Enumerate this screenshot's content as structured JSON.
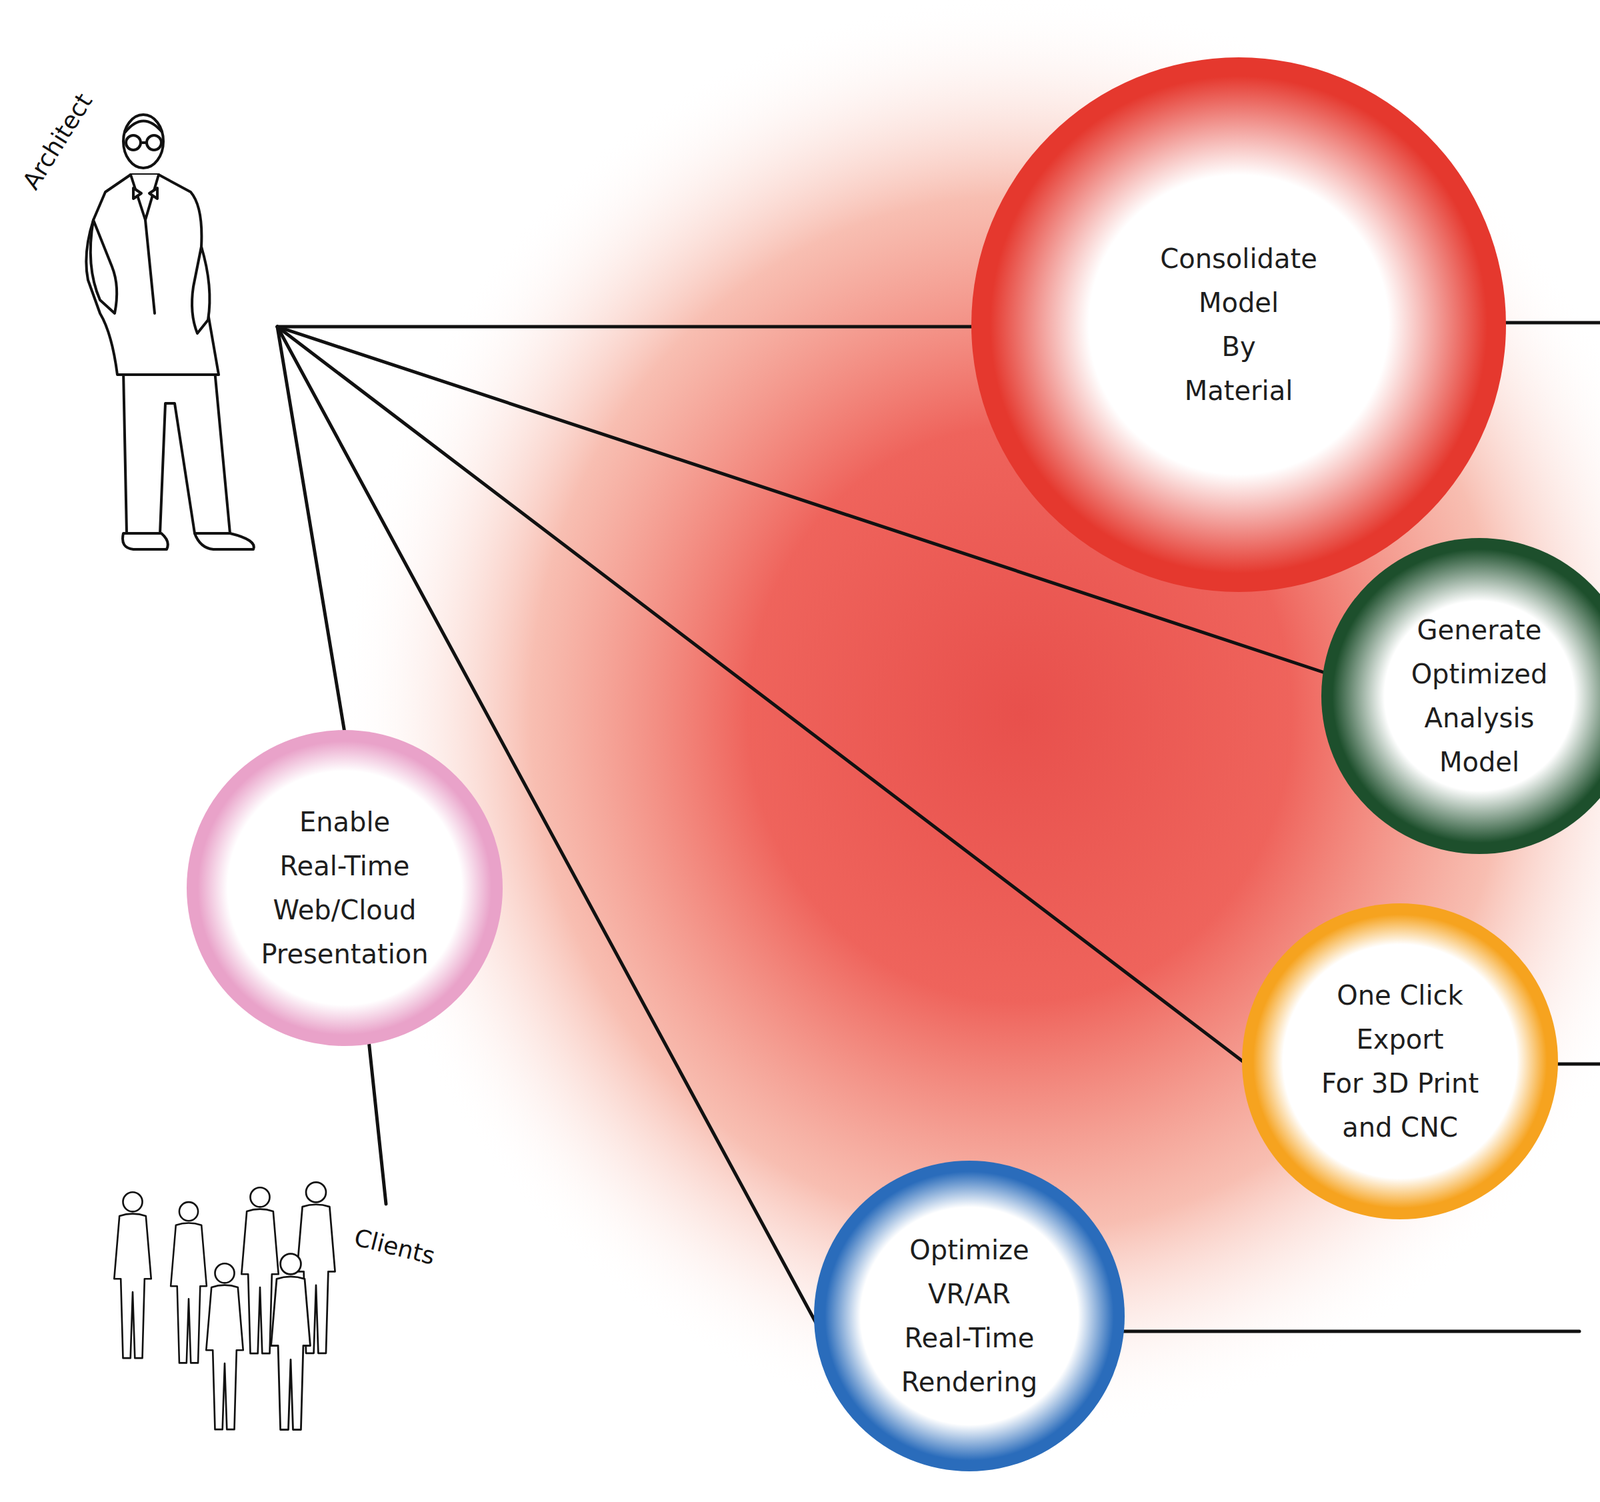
{
  "diagram": {
    "nodes": [
      {
        "text": [
          "Consolidate Model By Material"
        ]
      },
      {
        "text": [
          "Generate Optimized Analysis Model"
        ]
      },
      {
        "text": [
          "Enable Real-Time Web/Cloud Presentation"
        ]
      },
      {
        "text": [
          "One Click Export For 3D Print and CNC"
        ]
      },
      {
        "text": [
          "Optimize VR/AR Real-Time Rendering"
        ]
      }
    ],
    "labels": [
      "Architect",
      "Clients"
    ]
  }
}
